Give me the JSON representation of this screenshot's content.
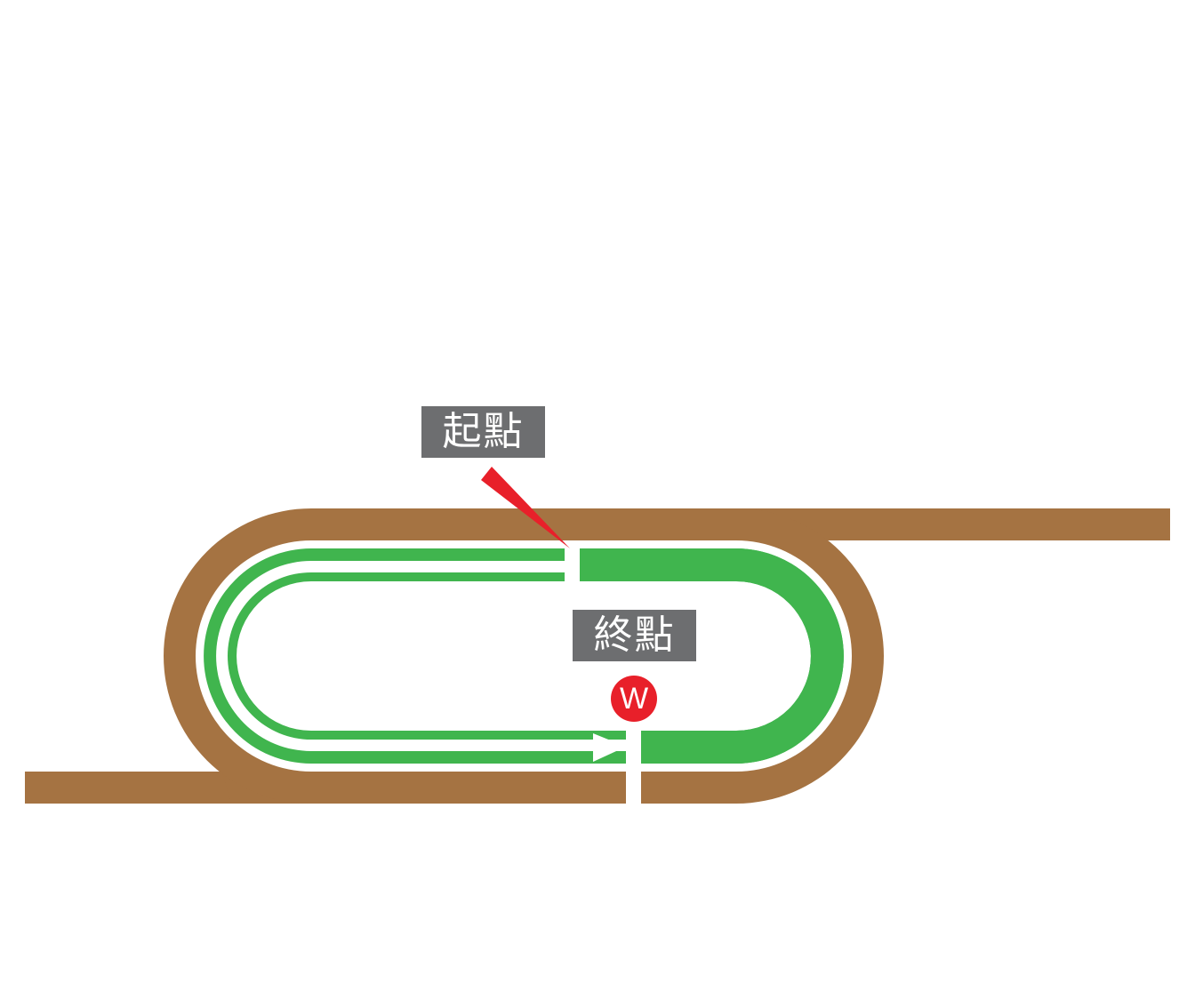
{
  "labels": {
    "start": "起點",
    "finish": "終點",
    "winning_post": "W"
  },
  "colors": {
    "dirt_track": "#a57342",
    "turf_track": "#40b54e",
    "label_bg": "#6d6e70",
    "pointer": "#e8202a",
    "winning_post": "#e8202a",
    "divider": "#ffffff"
  }
}
